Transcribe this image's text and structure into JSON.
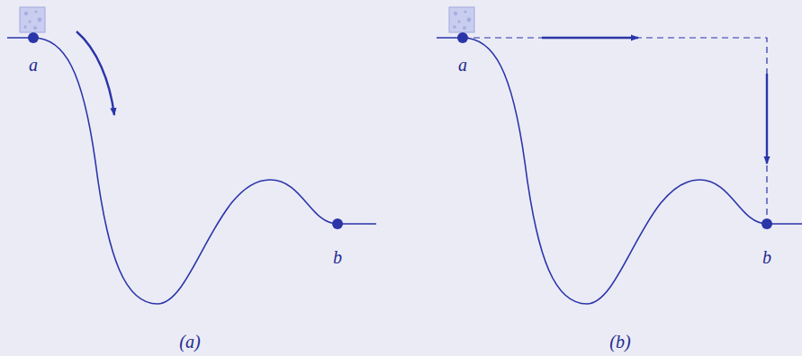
{
  "diagram": {
    "labels": [
      "a",
      "b",
      "(a)",
      "a",
      "b",
      "(b)"
    ]
  }
}
